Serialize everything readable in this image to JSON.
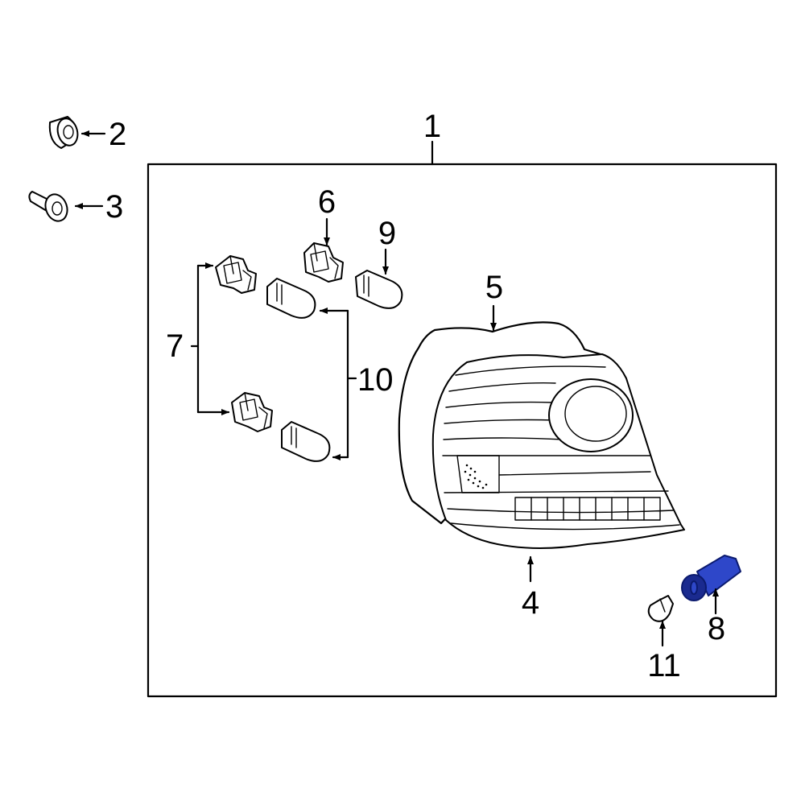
{
  "callouts": {
    "c1": "1",
    "c2": "2",
    "c3": "3",
    "c4": "4",
    "c5": "5",
    "c6": "6",
    "c7": "7",
    "c8": "8",
    "c9": "9",
    "c10": "10",
    "c11": "11"
  },
  "colors": {
    "highlight": "#2e47c9",
    "highlight_dark": "#1a2a8f",
    "line": "#000000"
  },
  "highlighted_part": "8"
}
